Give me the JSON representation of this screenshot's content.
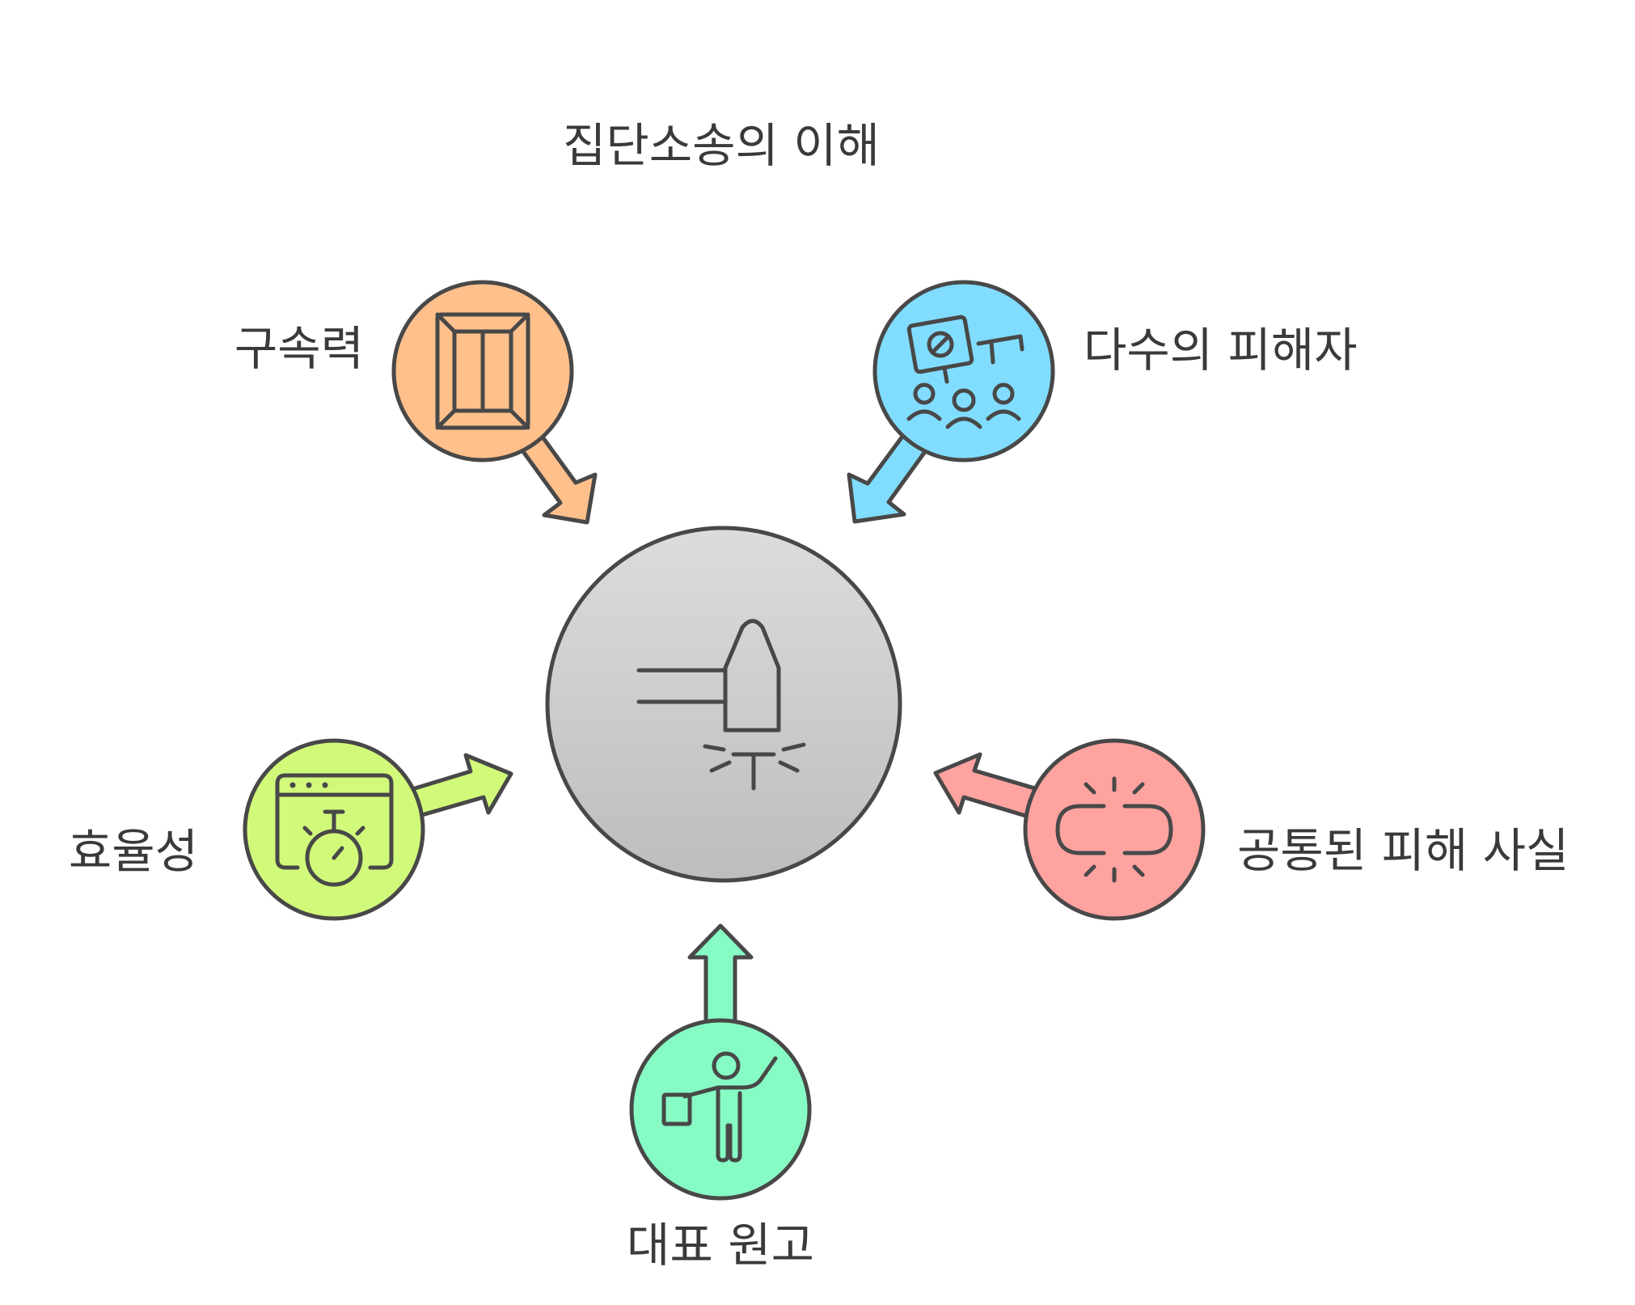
{
  "title": "집단소송의 이해",
  "center": {
    "icon": "gavel-icon"
  },
  "nodes": [
    {
      "key": "binding",
      "label": "구속력",
      "icon": "document-icon",
      "color": "#FFC08C"
    },
    {
      "key": "victims",
      "label": "다수의 피해자",
      "icon": "protest-group-icon",
      "color": "#81DDFF"
    },
    {
      "key": "efficiency",
      "label": "효율성",
      "icon": "stopwatch-window-icon",
      "color": "#D1FA7A"
    },
    {
      "key": "common-facts",
      "label": "공통된 피해 사실",
      "icon": "broken-link-icon",
      "color": "#FFA3A0"
    },
    {
      "key": "representative",
      "label": "대표 원고",
      "icon": "person-flag-icon",
      "color": "#86FCC4"
    }
  ],
  "center_gradient": [
    "#DCDCDC",
    "#BDBDBD"
  ]
}
